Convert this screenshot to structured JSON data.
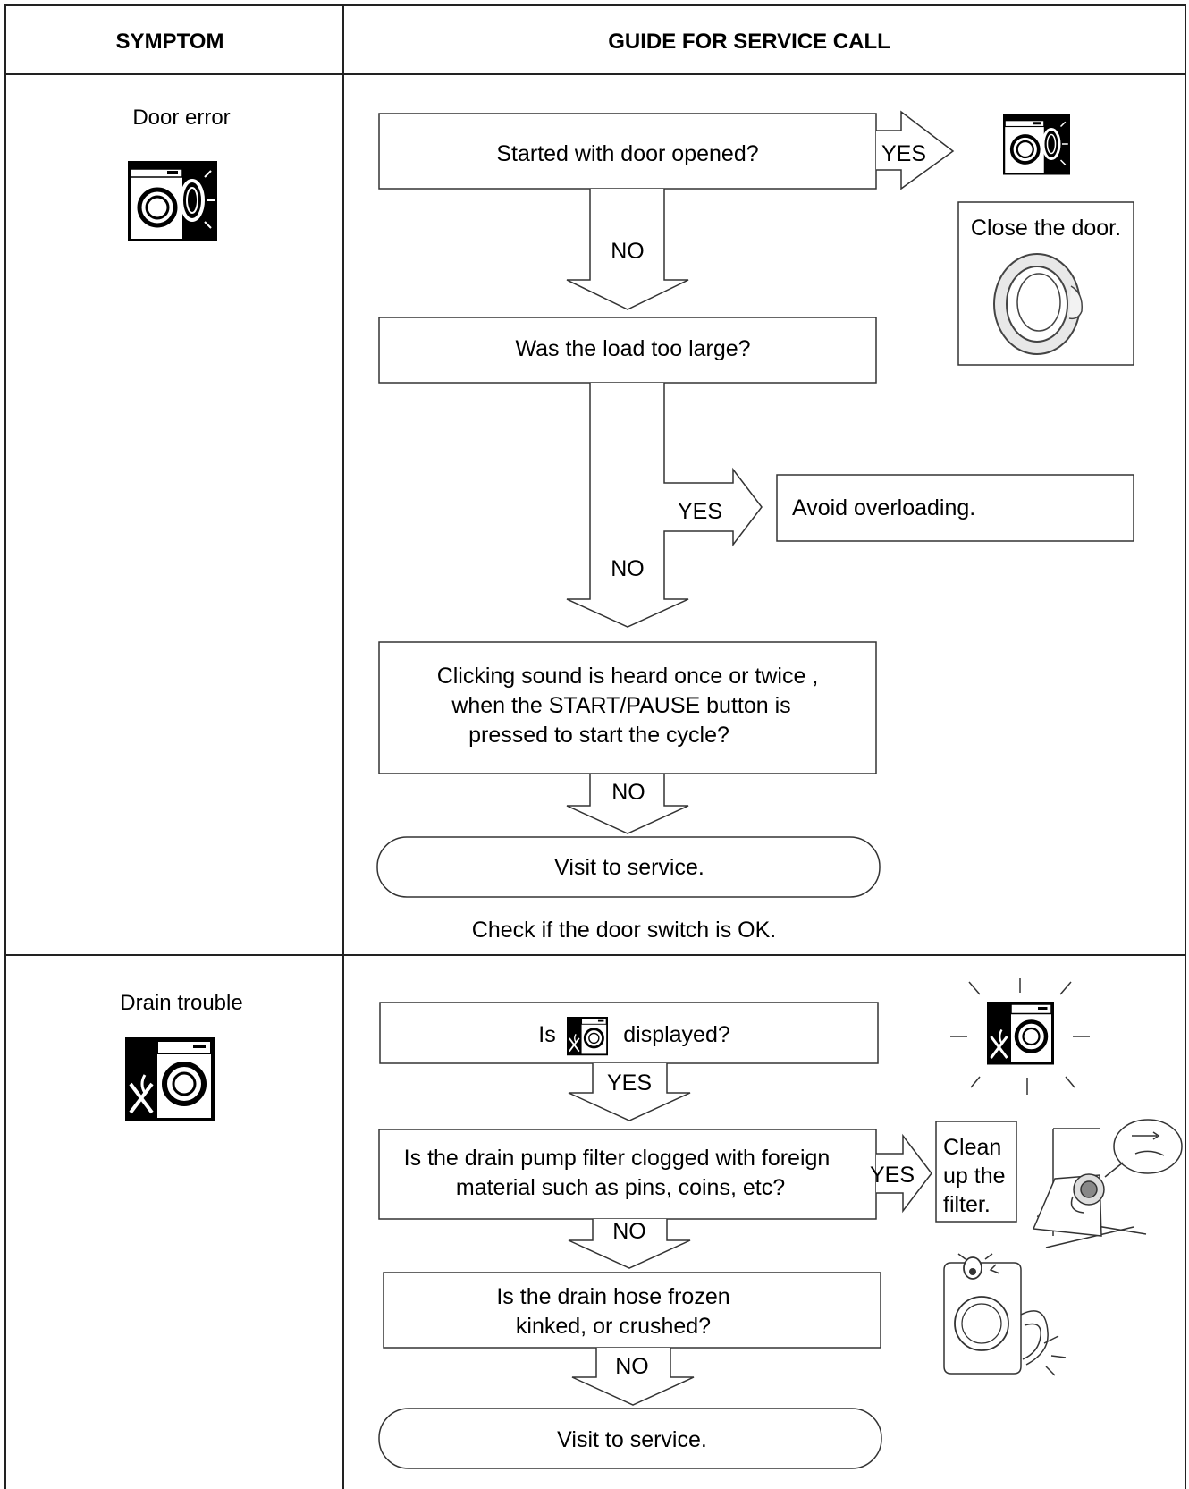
{
  "table": {
    "headers": {
      "symptom": "SYMPTOM",
      "guide": "GUIDE FOR SERVICE CALL"
    }
  },
  "door_error": {
    "symptom_label": "Door error",
    "q1": "Started with door opened?",
    "q1_yes": "YES",
    "q1_no": "NO",
    "close_door": "Close the door.",
    "q2": "Was the load too large?",
    "q2_yes": "YES",
    "q2_no": "NO",
    "avoid": "Avoid overloading.",
    "q3_lines": [
      "Clicking sound is heard once or twice ,",
      "when the  START/PAUSE button is",
      "pressed to start  the  cycle?"
    ],
    "q3_no": "NO",
    "visit": "Visit  to service.",
    "check": "Check if the door switch is OK."
  },
  "drain_trouble": {
    "symptom_label": "Drain trouble",
    "q1_prefix": "Is",
    "q1_suffix": "displayed?",
    "q1_yes": "YES",
    "q2_lines": [
      "Is the drain pump filter clogged with foreign",
      "material such as pins, coins, etc?"
    ],
    "q2_yes": "YES",
    "clean_lines": [
      "Clean",
      "up the",
      "filter."
    ],
    "q2_no": "NO",
    "q3_lines": [
      "Is the drain hose frozen",
      "kinked, or crushed?"
    ],
    "q3_no": "NO",
    "visit": "Visit  to service."
  }
}
